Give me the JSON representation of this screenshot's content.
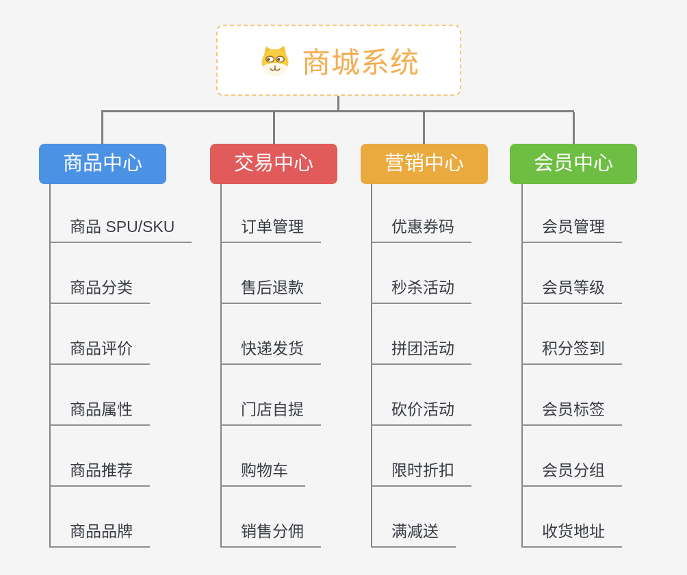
{
  "root": {
    "title": "商城系统",
    "icon": "shiba-doge-icon"
  },
  "branches": [
    {
      "label": "商品中心",
      "color": "#4B92E5",
      "children": [
        "商品 SPU/SKU",
        "商品分类",
        "商品评价",
        "商品属性",
        "商品推荐",
        "商品品牌"
      ]
    },
    {
      "label": "交易中心",
      "color": "#E15B5B",
      "children": [
        "订单管理",
        "售后退款",
        "快递发货",
        "门店自提",
        "购物车",
        "销售分佣"
      ]
    },
    {
      "label": "营销中心",
      "color": "#EAAA3E",
      "children": [
        "优惠券码",
        "秒杀活动",
        "拼团活动",
        "砍价活动",
        "限时折扣",
        "满减送"
      ]
    },
    {
      "label": "会员中心",
      "color": "#6DBE43",
      "children": [
        "会员管理",
        "会员等级",
        "积分签到",
        "会员标签",
        "会员分组",
        "收货地址"
      ]
    }
  ],
  "colors": {
    "background": "#F5F5F6",
    "connector": "#7F7F7F",
    "leaf_underline": "#8E8E8E",
    "leaf_text": "#383C42",
    "root_border": "#F6C87D",
    "root_title": "#F2AE52"
  }
}
